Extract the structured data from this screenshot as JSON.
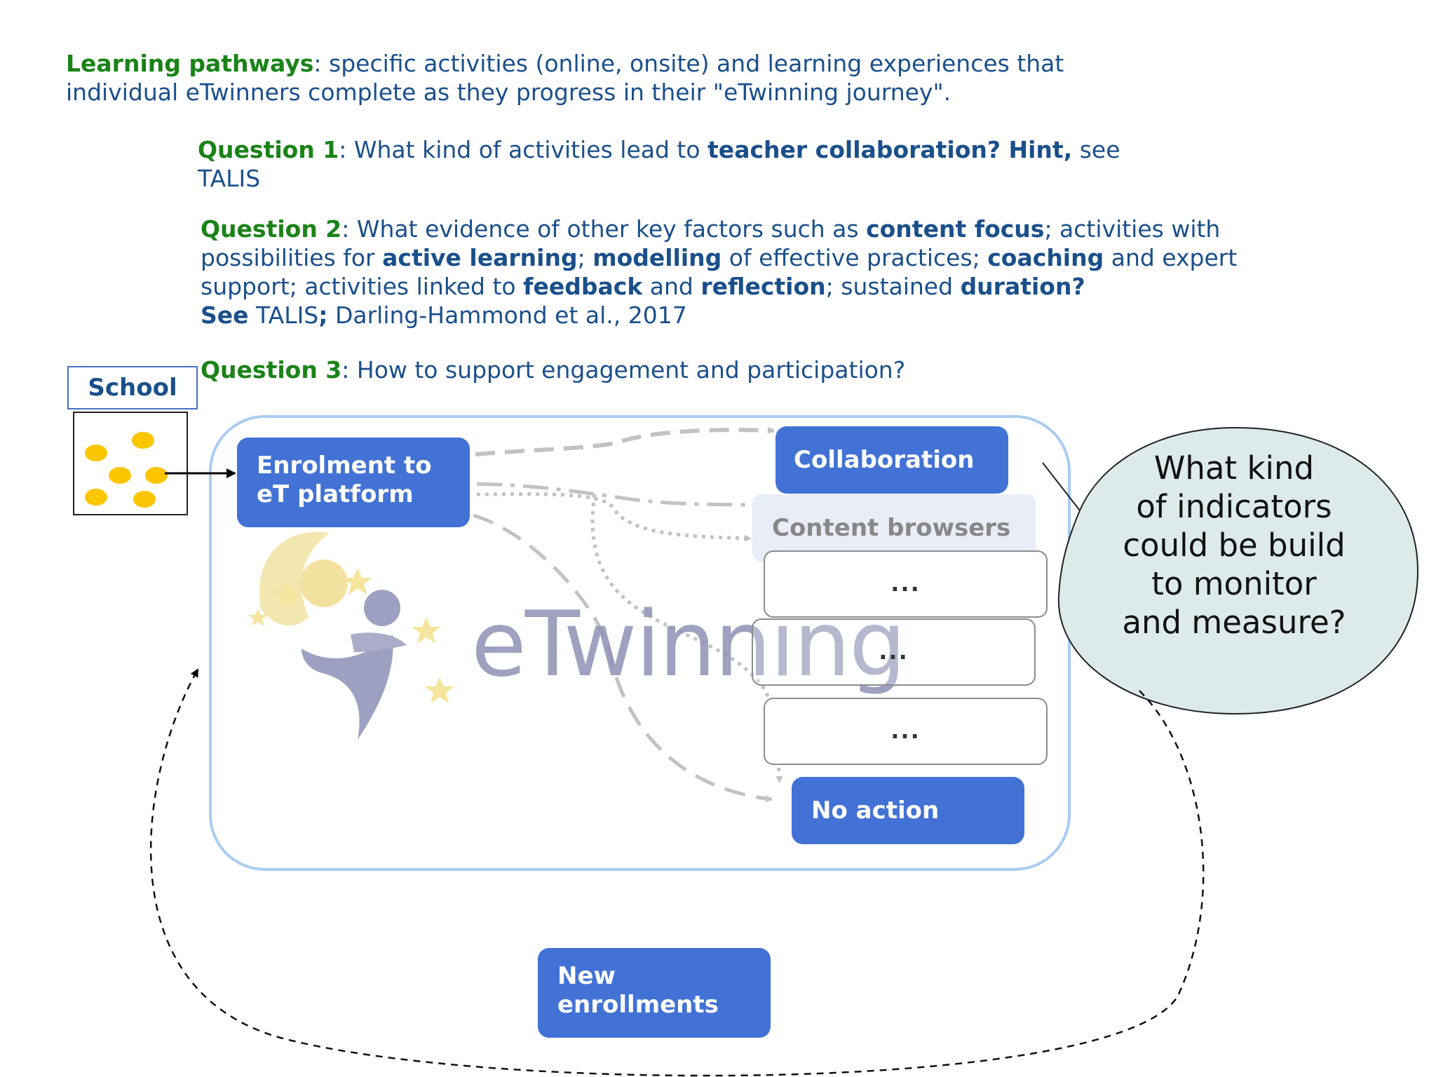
{
  "intro": {
    "label": "Learning pathways",
    "text_line1": ": specific activities (online, onsite) and learning experiences that",
    "text_line2": "individual eTwinners complete as they progress in their \"eTwinning journey\"."
  },
  "question1": {
    "label": "Question 1",
    "t1": ": What kind of activities lead to ",
    "b1": "teacher collaboration? Hint,",
    "t2": " see",
    "line2": "TALIS"
  },
  "question2": {
    "label": "Question 2",
    "l1_t1": ": What evidence of other key factors such as ",
    "l1_b1": "content focus",
    "l1_t2": "; activities with",
    "l2_t1": "possibilities for ",
    "l2_b1": "active learning",
    "l2_t2": "; ",
    "l2_b2": "modelling",
    "l2_t3": " of effective practices; ",
    "l2_b3": "coaching",
    "l2_t4": " and expert",
    "l3_t1": "support; activities linked to ",
    "l3_b1": "feedback",
    "l3_t2": " and ",
    "l3_b2": "reflection",
    "l3_t3": "; sustained ",
    "l3_b3": "duration?",
    "l4_b1": "See",
    "l4_t1": " TALIS",
    "l4_b2": ";",
    "l4_t2": " Darling-Hammond et al., 2017"
  },
  "question3": {
    "label": "Question 3",
    "text": ": How to support engagement and participation?"
  },
  "school": {
    "label": "School"
  },
  "flow": {
    "enrolment_line1": "Enrolment to",
    "enrolment_line2": "eT platform",
    "collaboration": "Collaboration",
    "content_browsers": "Content browsers",
    "dots1": "...",
    "dots2": "...",
    "dots3": "...",
    "no_action": "No action",
    "new_line1": "New",
    "new_line2": "enrollments"
  },
  "logo": {
    "text": "eTwinning"
  },
  "bubble": {
    "line1": "What kind",
    "line2": "of indicators",
    "line3": "could be build",
    "line4": "to monitor",
    "line5": "and measure?"
  },
  "colors": {
    "title_green": "#198317",
    "text_blue": "#1a4f8b",
    "button_blue": "#4272d5",
    "frame_blue": "#a9cdf0",
    "bubble_fill": "#dceaea",
    "school_dot": "#fbc500"
  }
}
